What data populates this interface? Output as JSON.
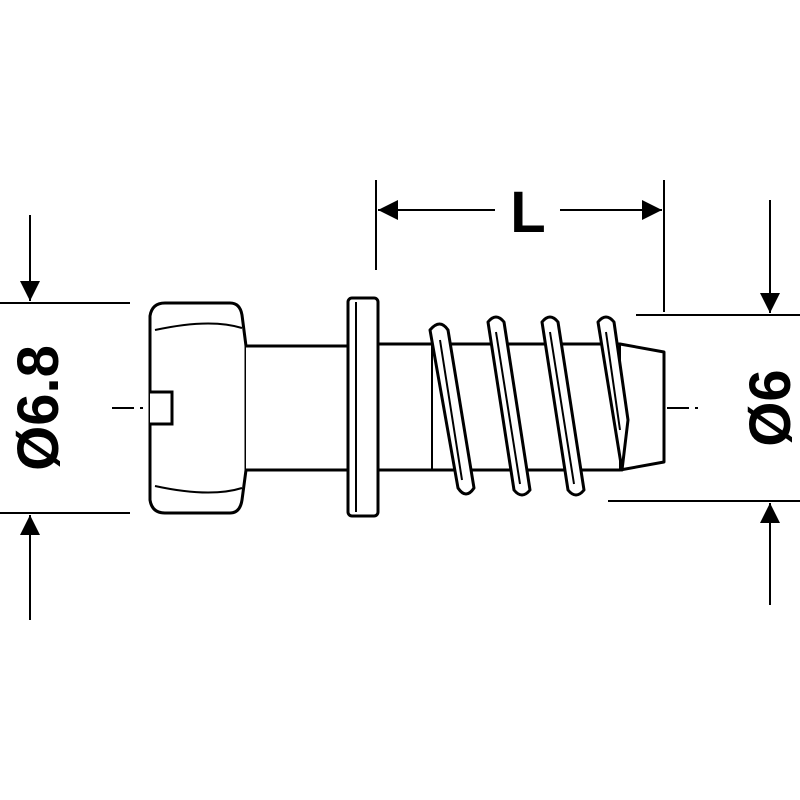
{
  "drawing": {
    "line_color": "#000000",
    "background": "#ffffff"
  },
  "dimensions": {
    "length_label": "L",
    "head_diameter_label": "Ø6.8",
    "thread_diameter_label": "Ø6"
  }
}
